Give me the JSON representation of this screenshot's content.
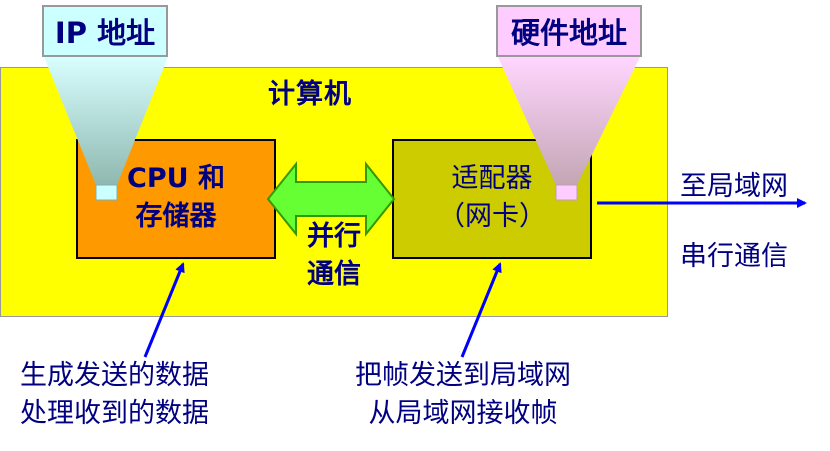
{
  "computer": {
    "label": "计算机"
  },
  "cpu_memory": {
    "line1": "CPU 和",
    "line2": "存储器"
  },
  "adapter": {
    "line1": "适配器",
    "line2": "（网卡）"
  },
  "parallel_comm": {
    "line1": "并行",
    "line2": "通信"
  },
  "ip_address_tag": "IP 地址",
  "hardware_address_tag": "硬件地址",
  "external_link": {
    "line1": "至局域网",
    "line2": "串行通信"
  },
  "cpu_note": {
    "line1": "生成发送的数据",
    "line2": "处理收到的数据"
  },
  "adapter_note": {
    "line1": "把帧发送到局域网",
    "line2": "从局域网接收帧"
  },
  "colors": {
    "computer_fill": "#ffff00",
    "cpu_fill": "#ff9900",
    "adapter_fill": "#cccc00",
    "ip_tag_fill": "#ccffff",
    "hw_tag_fill": "#ffccff",
    "parallel_arrow": "#66ff33",
    "text": "#000080"
  }
}
